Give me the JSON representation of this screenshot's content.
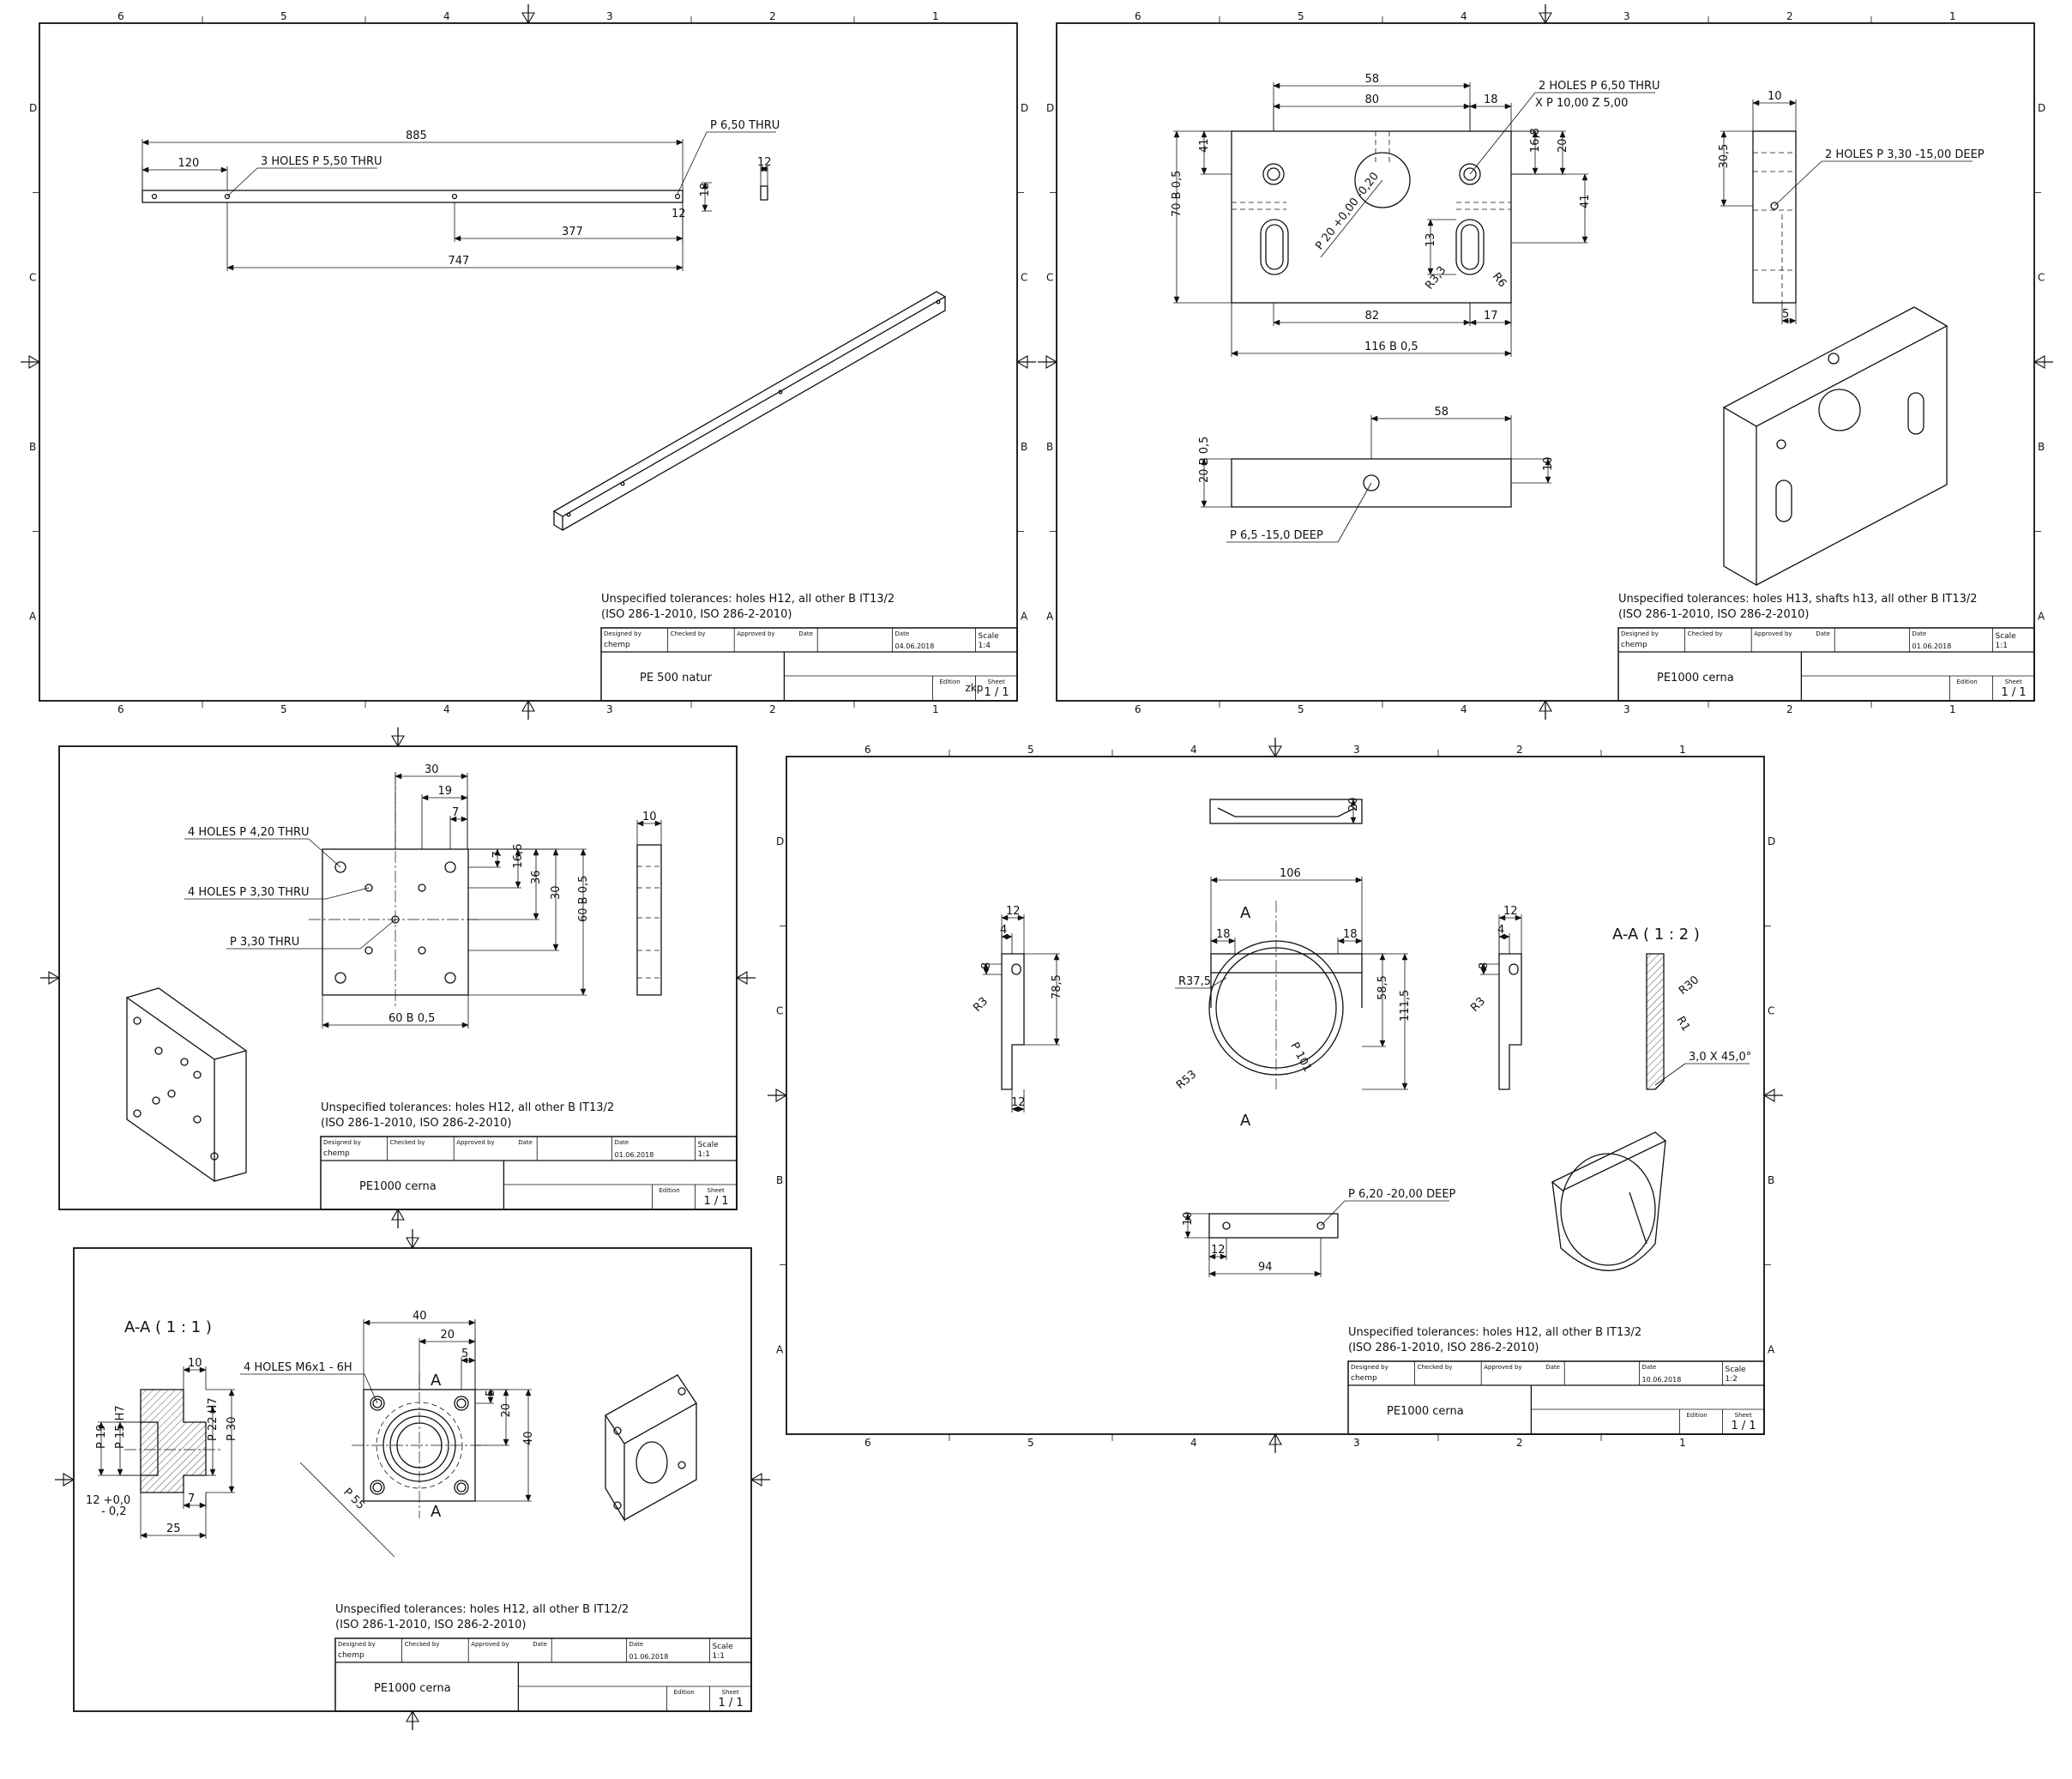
{
  "sheets": [
    {
      "id": "sheet-top-left",
      "zone_numbers": [
        "6",
        "5",
        "4",
        "3",
        "2",
        "1"
      ],
      "zone_letters": [
        "D",
        "C",
        "B",
        "A"
      ],
      "tolerance_note": [
        "Unspecified tolerances: holes H12, all other B IT13/2",
        "(ISO 286-1-2010, ISO 286-2-2010)"
      ],
      "title_block": {
        "h_designed": "Designed by",
        "h_checked": "Checked by",
        "h_approved": "Approved by",
        "h_date": "Date",
        "h_date2": "Date",
        "h_scale": "Scale",
        "designer": "chemp",
        "date": "04.06.2018",
        "scale": "1:4",
        "title": "PE 500 natur",
        "h_edition": "Edition",
        "h_sheet": "Sheet",
        "sheet": "1 / 1",
        "extra": "zkp"
      },
      "dims": [
        "885",
        "120",
        "3 HOLES P 5,50 THRU",
        "P 6,50 THRU",
        "12",
        "18",
        "12",
        "377",
        "747"
      ]
    },
    {
      "id": "sheet-top-right",
      "zone_numbers": [
        "6",
        "5",
        "4",
        "3",
        "2",
        "1"
      ],
      "zone_letters": [
        "D",
        "C",
        "B",
        "A"
      ],
      "tolerance_note": [
        "Unspecified tolerances: holes H13, shafts h13, all other B IT13/2",
        "(ISO 286-1-2010, ISO 286-2-2010)"
      ],
      "title_block": {
        "h_designed": "Designed by",
        "h_checked": "Checked by",
        "h_approved": "Approved by",
        "h_date": "Date",
        "h_date2": "Date",
        "h_scale": "Scale",
        "designer": "chemp",
        "date": "01.06.2018",
        "scale": "1:1",
        "title": "PE1000 cerna",
        "h_edition": "Edition",
        "h_sheet": "Sheet",
        "sheet": "1 / 1"
      },
      "dims": [
        "58",
        "80",
        "18",
        "2 HOLES P 6,50 THRU",
        "X   P 10,00 Z  5,00",
        "16,8",
        "20",
        "41",
        "41",
        "70 B 0,5",
        "P 20 +0,00 -0,20",
        "13",
        "R3,3",
        "R6",
        "82",
        "17",
        "116 B 0,5",
        "10",
        "30,5",
        "2 HOLES P 3,30 -15,00 DEEP",
        "5",
        "58",
        "20 B 0,5",
        "10",
        "P 6,5 -15,0 DEEP"
      ]
    },
    {
      "id": "sheet-mid-left",
      "zone_numbers": [],
      "zone_letters": [],
      "tolerance_note": [
        "Unspecified tolerances: holes H12, all other B IT13/2",
        "(ISO 286-1-2010, ISO 286-2-2010)"
      ],
      "title_block": {
        "h_designed": "Designed by",
        "h_checked": "Checked by",
        "h_approved": "Approved by",
        "h_date": "Date",
        "h_date2": "Date",
        "h_scale": "Scale",
        "designer": "chemp",
        "date": "01.06.2018",
        "scale": "1:1",
        "title": "PE1000 cerna",
        "h_edition": "Edition",
        "h_sheet": "Sheet",
        "sheet": "1 / 1"
      },
      "dims": [
        "30",
        "19",
        "7",
        "4 HOLES P 4,20 THRU",
        "7",
        "16,6",
        "36",
        "30",
        "60 B 0,5",
        "4 HOLES P 3,30 THRU",
        "P 3,30 THRU",
        "60 B 0,5",
        "10"
      ]
    },
    {
      "id": "sheet-right",
      "zone_numbers": [
        "6",
        "5",
        "4",
        "3",
        "2",
        "1"
      ],
      "zone_letters": [
        "D",
        "C",
        "B",
        "A"
      ],
      "tolerance_note": [
        "Unspecified tolerances: holes H12, all other B IT13/2",
        "(ISO 286-1-2010, ISO 286-2-2010)"
      ],
      "title_block": {
        "h_designed": "Designed by",
        "h_checked": "Checked by",
        "h_approved": "Approved by",
        "h_date": "Date",
        "h_date2": "Date",
        "h_scale": "Scale",
        "designer": "chemp",
        "date": "10.06.2018",
        "scale": "1:2",
        "title": "PE1000 cerna",
        "h_edition": "Edition",
        "h_sheet": "Sheet",
        "sheet": "1 / 1"
      },
      "dims": [
        "20",
        "106",
        "A",
        "18",
        "18",
        "R37,5",
        "58,5",
        "111,5",
        "P 101",
        "R53",
        "A",
        "12",
        "4",
        "8",
        "R3",
        "78,5",
        "12",
        "12",
        "4",
        "8",
        "R3",
        "A-A ( 1 : 2 )",
        "R30",
        "R1",
        "3,0 X 45,0°",
        "P 6,20 -20,00 DEEP",
        "10",
        "12",
        "94"
      ]
    },
    {
      "id": "sheet-bottom-left",
      "zone_numbers": [],
      "zone_letters": [],
      "tolerance_note": [
        "Unspecified tolerances: holes H12, all other B IT12/2",
        "(ISO 286-1-2010, ISO 286-2-2010)"
      ],
      "title_block": {
        "h_designed": "Designed by",
        "h_checked": "Checked by",
        "h_approved": "Approved by",
        "h_date": "Date",
        "h_date2": "Date",
        "h_scale": "Scale",
        "designer": "chemp",
        "date": "01.06.2018",
        "scale": "1:1",
        "title": "PE1000 cerna",
        "h_edition": "Edition",
        "h_sheet": "Sheet",
        "sheet": "1 / 1"
      },
      "dims": [
        "A-A ( 1 : 1 )",
        "10",
        "P 19",
        "P 15 H7",
        "P 22 H7",
        "P 30",
        "12 +0,0",
        "- 0,2",
        "7",
        "25",
        "40",
        "20",
        "5",
        "4 HOLES M6x1 - 6H",
        "A",
        "5",
        "20",
        "40",
        "P 55",
        "A"
      ]
    }
  ]
}
